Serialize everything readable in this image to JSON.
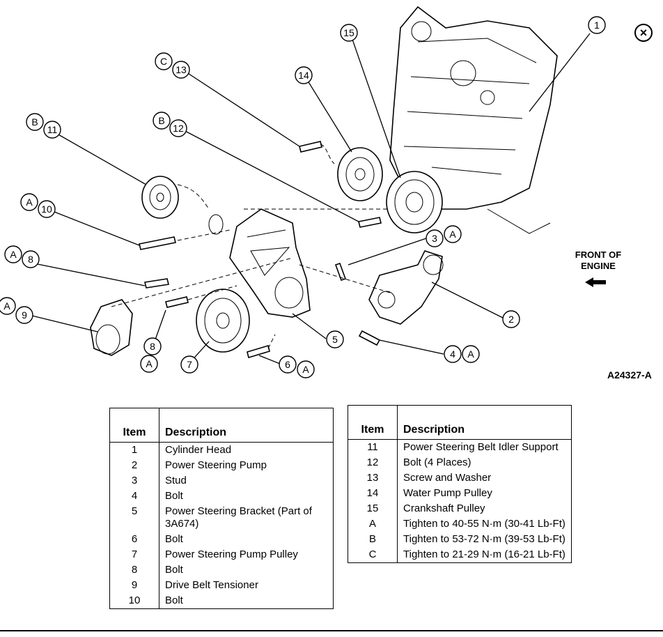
{
  "figure_id": "A24327-A",
  "front_label_line1": "FRONT OF",
  "front_label_line2": "ENGINE",
  "close_symbol": "×",
  "callouts": {
    "n1": "1",
    "n2": "2",
    "n3": "3",
    "n4": "4",
    "n5": "5",
    "n6": "6",
    "n7": "7",
    "n8a": "8",
    "n8b": "8",
    "n9": "9",
    "n10": "10",
    "n11": "11",
    "n12": "12",
    "n13": "13",
    "n14": "14",
    "n15": "15",
    "a3": "A",
    "a4": "A",
    "a6": "A",
    "a8a": "A",
    "a8b": "A",
    "a9": "A",
    "a10": "A",
    "b11": "B",
    "b12": "B",
    "c13": "C"
  },
  "table_headers": {
    "item": "Item",
    "description": "Description"
  },
  "legend_left": [
    {
      "item": "1",
      "description": "Cylinder Head"
    },
    {
      "item": "2",
      "description": "Power Steering Pump"
    },
    {
      "item": "3",
      "description": "Stud"
    },
    {
      "item": "4",
      "description": "Bolt"
    },
    {
      "item": "5",
      "description": "Power Steering Bracket (Part of 3A674)"
    },
    {
      "item": "6",
      "description": "Bolt"
    },
    {
      "item": "7",
      "description": "Power Steering Pump Pulley"
    },
    {
      "item": "8",
      "description": "Bolt"
    },
    {
      "item": "9",
      "description": "Drive Belt Tensioner"
    },
    {
      "item": "10",
      "description": "Bolt"
    }
  ],
  "legend_right": [
    {
      "item": "11",
      "description": "Power Steering Belt Idler Support"
    },
    {
      "item": "12",
      "description": "Bolt (4 Places)"
    },
    {
      "item": "13",
      "description": "Screw and Washer"
    },
    {
      "item": "14",
      "description": "Water Pump Pulley"
    },
    {
      "item": "15",
      "description": "Crankshaft Pulley"
    },
    {
      "item": "A",
      "description": "Tighten to 40-55 N·m (30-41 Lb-Ft)"
    },
    {
      "item": "B",
      "description": "Tighten to 53-72 N·m (39-53 Lb-Ft)"
    },
    {
      "item": "C",
      "description": "Tighten to 21-29 N·m (16-21 Lb-Ft)"
    }
  ]
}
